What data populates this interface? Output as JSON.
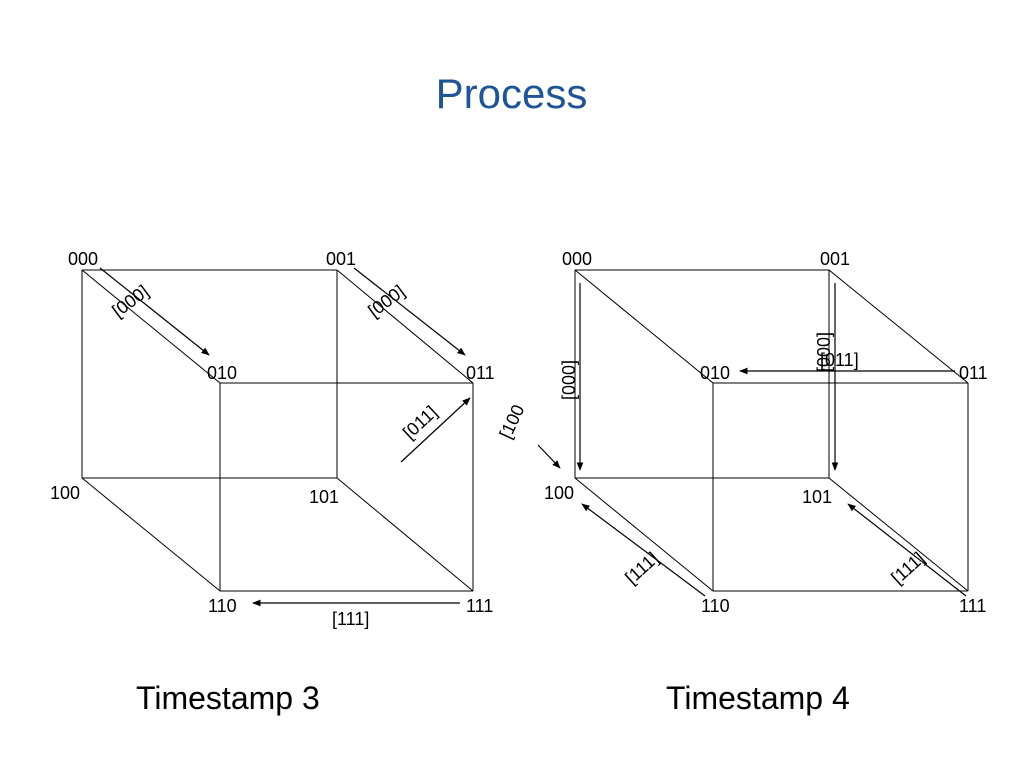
{
  "title": "Process",
  "captions": {
    "left": "Timestamp 3",
    "right": "Timestamp 4"
  },
  "cube_left": {
    "nodes": {
      "n000": "000",
      "n001": "001",
      "n010": "010",
      "n011": "011",
      "n100": "100",
      "n101": "101",
      "n110": "110",
      "n111": "111"
    },
    "messages": {
      "m000a": "[000]",
      "m000b": "[000]",
      "m011": "[011]",
      "m111": "[111]"
    }
  },
  "cube_right": {
    "nodes": {
      "n000": "000",
      "n001": "001",
      "n010": "010",
      "n011": "011",
      "n100": "100",
      "n101": "101",
      "n110": "110",
      "n111": "111"
    },
    "messages": {
      "m000a": "[000]",
      "m000b": "[000]",
      "m011": "[011]",
      "m100": "[100",
      "m111a": "[111]",
      "m111b": "[111]"
    }
  }
}
